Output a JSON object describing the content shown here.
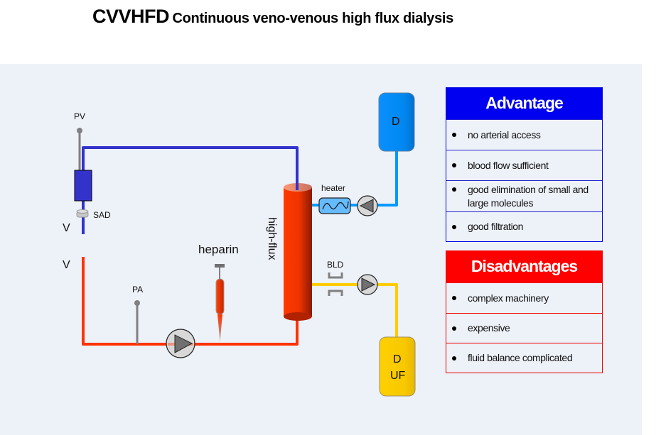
{
  "title": {
    "abbreviation": "CVVHFD",
    "full_name": "Continuous veno-venous high flux dialysis"
  },
  "diagram": {
    "labels": {
      "pv": "PV",
      "sad": "SAD",
      "venous_out": "V",
      "venous_in": "V",
      "pa": "PA",
      "heparin": "heparin",
      "filter": "high-flux",
      "heater": "heater",
      "bld": "BLD",
      "dialysate_bag": "D",
      "effluent_bag_line1": "D",
      "effluent_bag_line2": "UF"
    },
    "colors": {
      "venous_line": "#3333cc",
      "arterial_line": "#ff3300",
      "dialysate_line": "#0099ff",
      "effluent_line": "#ffcc00",
      "pressure_line": "#808080"
    }
  },
  "advantages": {
    "heading": "Advantage",
    "items": [
      "no arterial access",
      "blood flow sufficient",
      "good elimination of small and large molecules",
      "good filtration"
    ]
  },
  "disadvantages": {
    "heading": "Disadvantages",
    "items": [
      "complex machinery",
      "expensive",
      "fluid balance complicated"
    ]
  }
}
